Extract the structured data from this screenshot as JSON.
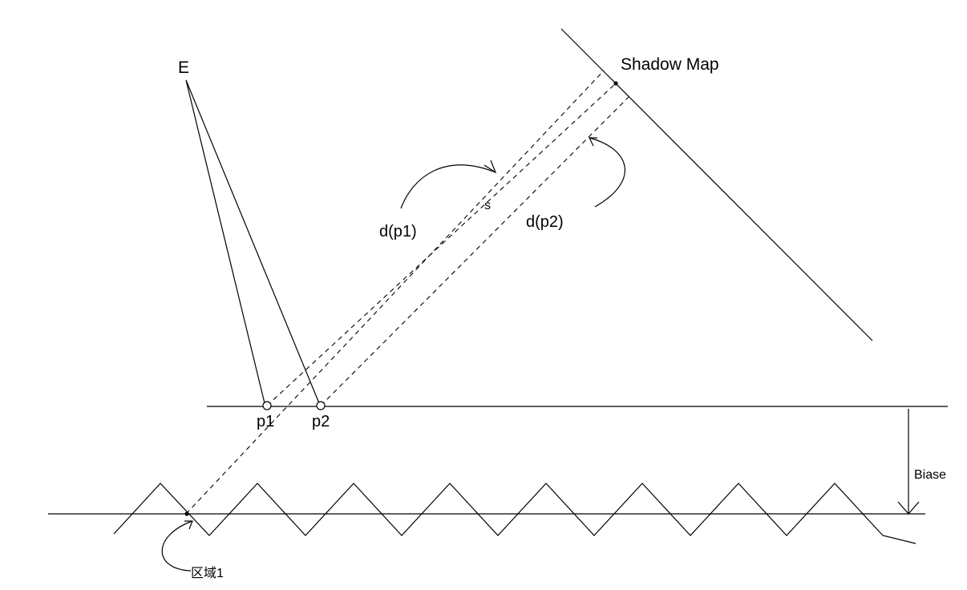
{
  "labels": {
    "eye": "E",
    "shadow_map": "Shadow Map",
    "s": "s",
    "d_p1": "d(p1)",
    "d_p2": "d(p2)",
    "p1": "p1",
    "p2": "p2",
    "biase": "Biase",
    "region1": "区域1"
  },
  "colors": {
    "stroke": "#000000",
    "background": "#ffffff"
  }
}
